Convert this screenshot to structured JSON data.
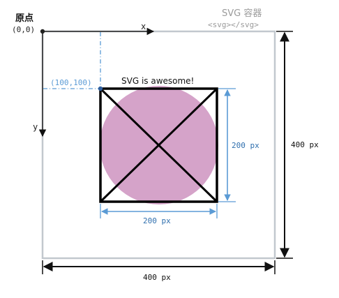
{
  "labels": {
    "origin_title": "原点",
    "origin_coords": "(0,0)",
    "x_axis": "x",
    "y_axis": "y",
    "container_title": "SVG 容器",
    "container_tag": "<svg></svg>",
    "point_coords": "(100,100)",
    "shape_text": "SVG is awesome!",
    "width_inner": "200 px",
    "height_inner": "200 px",
    "width_outer": "400 px",
    "height_outer": "400 px"
  },
  "colors": {
    "axis": "#222222",
    "container_border": "#c2c8ce",
    "guide_blue": "#5b9bd5",
    "circle_fill": "#d5a3c9",
    "square_stroke": "#000000",
    "dim_dark": "#111111",
    "muted_text": "#9a9a9a"
  }
}
